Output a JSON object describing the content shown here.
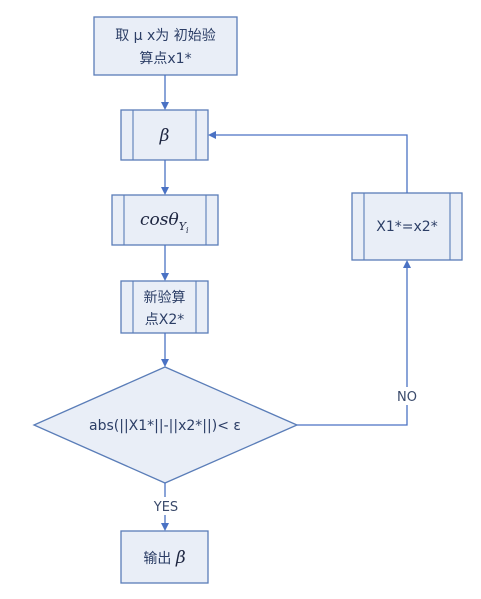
{
  "nodes": {
    "start_line1": "取 μ x为 初始验",
    "start_line2": "算点x1*",
    "beta_process": "β",
    "cos_main": "cosθ",
    "cos_sub": "Y",
    "cos_subsub": "i",
    "new_point_line1": "新验算",
    "new_point_line2": "点X2*",
    "condition": "abs(||X1*||-||x2*||)< ε",
    "output_prefix": "输出 ",
    "output_beta": "β",
    "assign": "X1*=x2*"
  },
  "edges": {
    "yes_label": "YES",
    "no_label": "NO"
  },
  "colors": {
    "box_fill": "#e9eef7",
    "box_stroke": "#5a7db8",
    "arrow": "#4a72c4",
    "text": "#2c3e66"
  }
}
